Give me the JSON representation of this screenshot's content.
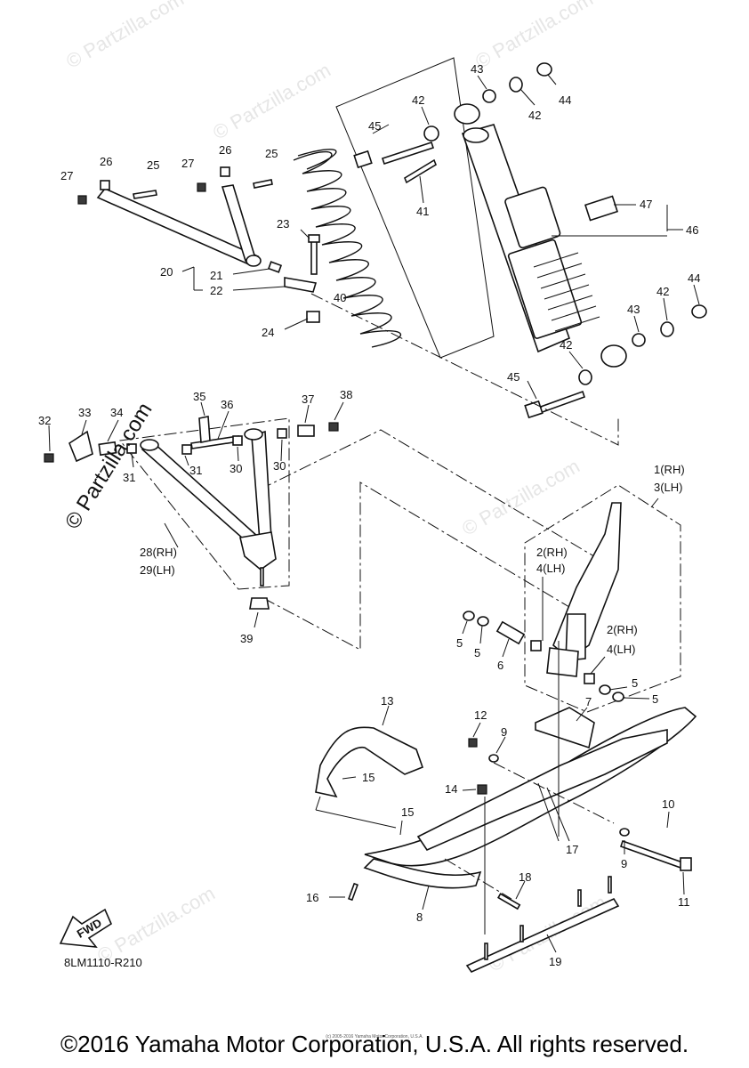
{
  "watermark": "© Partzilla.com",
  "diagram_code": "8LM1110-R210",
  "fwd_label": "FWD",
  "copyright": "©2016 Yamaha Motor Corporation, U.S.A. All rights reserved.",
  "tiny_copyright": "(c) 2005-2016 Yamaha Motor Corporation, U.S.A.",
  "callouts": {
    "p1": "1(RH)",
    "p3": "3(LH)",
    "p2a": "2(RH)",
    "p4a": "4(LH)",
    "p2b": "2(RH)",
    "p4b": "4(LH)",
    "p5a": "5",
    "p5b": "5",
    "p5c": "5",
    "p5d": "5",
    "p6": "6",
    "p7": "7",
    "p8": "8",
    "p9a": "9",
    "p9b": "9",
    "p10": "10",
    "p11": "11",
    "p12": "12",
    "p13": "13",
    "p14": "14",
    "p15a": "15",
    "p15b": "15",
    "p16": "16",
    "p17": "17",
    "p18": "18",
    "p19": "19",
    "p20": "20",
    "p21": "21",
    "p22": "22",
    "p23": "23",
    "p24": "24",
    "p25a": "25",
    "p25b": "25",
    "p26a": "26",
    "p26b": "26",
    "p27a": "27",
    "p27b": "27",
    "p28": "28(RH)",
    "p29": "29(LH)",
    "p30a": "30",
    "p30b": "30",
    "p31a": "31",
    "p31b": "31",
    "p32": "32",
    "p33": "33",
    "p34": "34",
    "p35": "35",
    "p36": "36",
    "p37": "37",
    "p38": "38",
    "p39": "39",
    "p40": "40",
    "p41": "41",
    "p42a": "42",
    "p42b": "42",
    "p42c": "42",
    "p42d": "42",
    "p43a": "43",
    "p43b": "43",
    "p44a": "44",
    "p44b": "44",
    "p45a": "45",
    "p45b": "45",
    "p46": "46",
    "p47": "47"
  }
}
